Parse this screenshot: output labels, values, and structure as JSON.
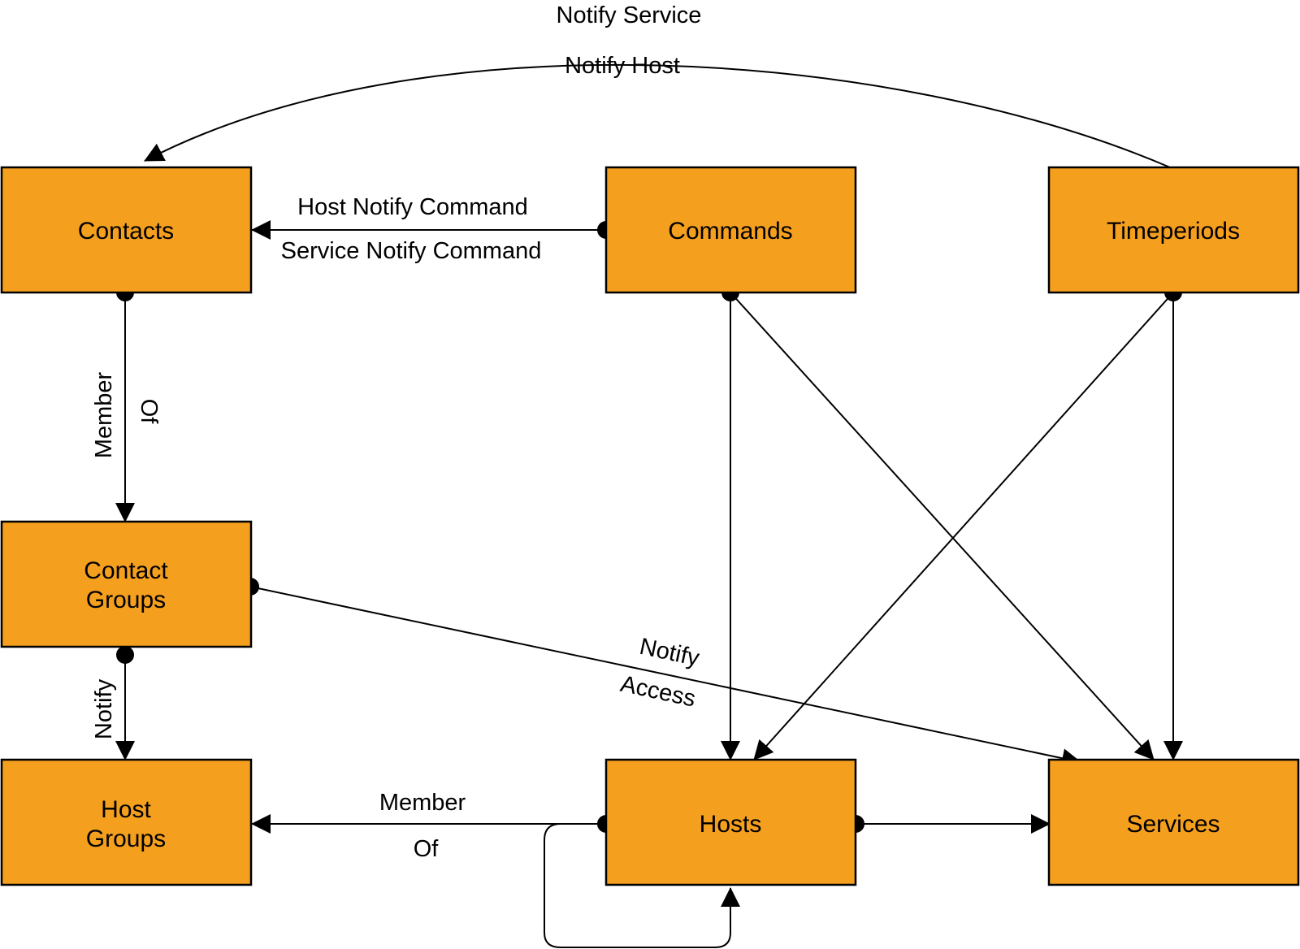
{
  "nodes": {
    "contacts": "Contacts",
    "commands": "Commands",
    "timeperiods": "Timeperiods",
    "contact_groups_line1": "Contact",
    "contact_groups_line2": "Groups",
    "host_groups_line1": "Host",
    "host_groups_line2": "Groups",
    "hosts": "Hosts",
    "services": "Services"
  },
  "edge_labels": {
    "notify_service": "Notify Service",
    "notify_host": "Notify Host",
    "host_notify_command": "Host Notify Command",
    "service_notify_command": "Service Notify Command",
    "contacts_member": "Member",
    "contacts_of": "Of",
    "notify_vertical": "Notify",
    "notify_diag": "Notify",
    "access_diag": "Access",
    "hosts_member": "Member",
    "hosts_of": "Of"
  },
  "colors": {
    "box_fill": "#F59F1F",
    "line": "#000000"
  }
}
